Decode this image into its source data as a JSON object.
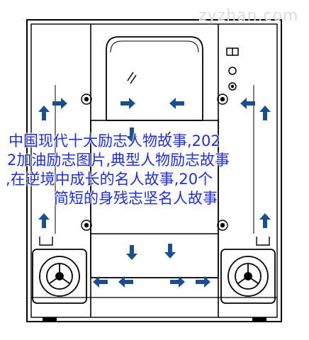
{
  "watermark": "zyzhan.com",
  "caption": {
    "line1": "中国现代十大励志人物故事,202",
    "line2": "2加油励志图片,典型人物励志故事",
    "line3": ",在逆境中成长的名人故事,20个",
    "line4": "简短的身残志坚名人故事"
  },
  "colors": {
    "arrow": "#1b4f8e",
    "line": "#000000",
    "caption": "#1f2fd0"
  }
}
